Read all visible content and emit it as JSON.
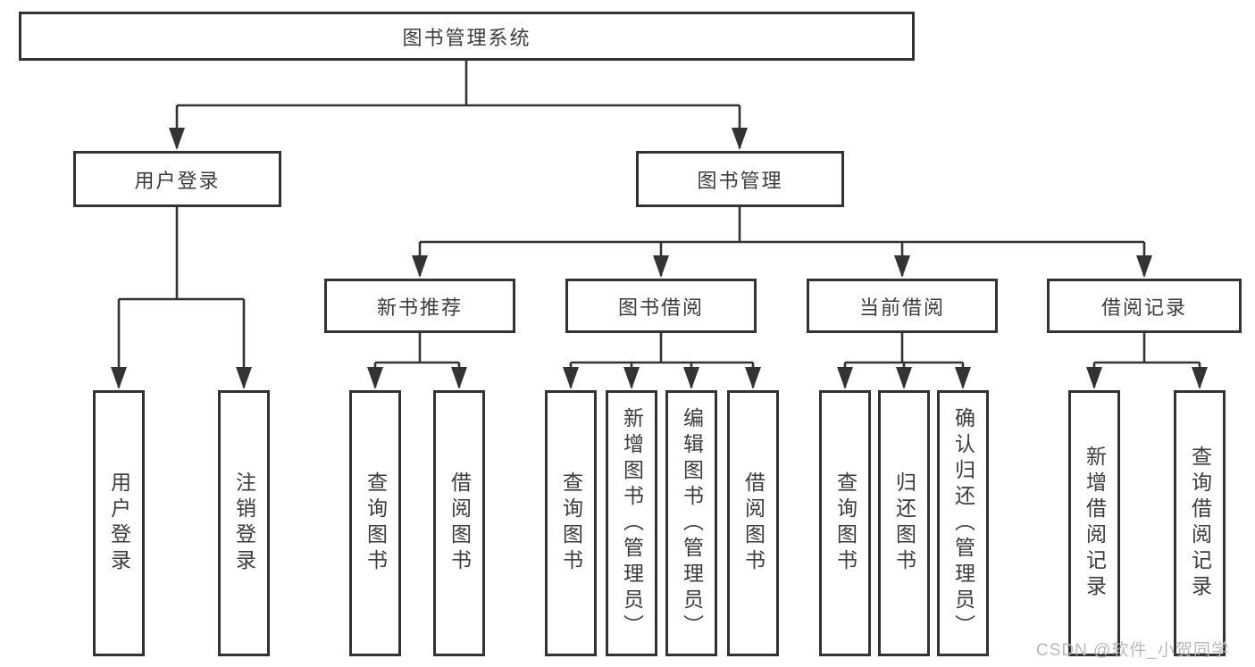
{
  "title": "图书管理系统",
  "colors": {
    "line": "#333333",
    "border": "#333333",
    "text": "#3c3c3c",
    "box_background": "#ffffff",
    "watermark": "#b9b9b9"
  },
  "nodes": {
    "root": "图书管理系统",
    "user_login_group": "用户登录",
    "book_management": "图书管理",
    "new_book_recommend": "新书推荐",
    "book_borrowing": "图书借阅",
    "current_borrowing": "当前借阅",
    "borrowing_records": "借阅记录",
    "user_login": "用户登录",
    "logout": "注销登录",
    "recommend_query_books": "查询图书",
    "recommend_borrow_books": "借阅图书",
    "borrowing_query_books": "查询图书",
    "borrowing_add_books": "新增图书（管理员）",
    "borrowing_edit_books": "编辑图书（管理员）",
    "borrowing_borrow_books": "借阅图书",
    "current_query_books": "查询图书",
    "current_return_books": "归还图书",
    "current_confirm_return": "确认归还（管理员）",
    "records_add_record": "新增借阅记录",
    "records_query_record": "查询借阅记录"
  },
  "watermark": "CSDN @软件_小贺同学"
}
